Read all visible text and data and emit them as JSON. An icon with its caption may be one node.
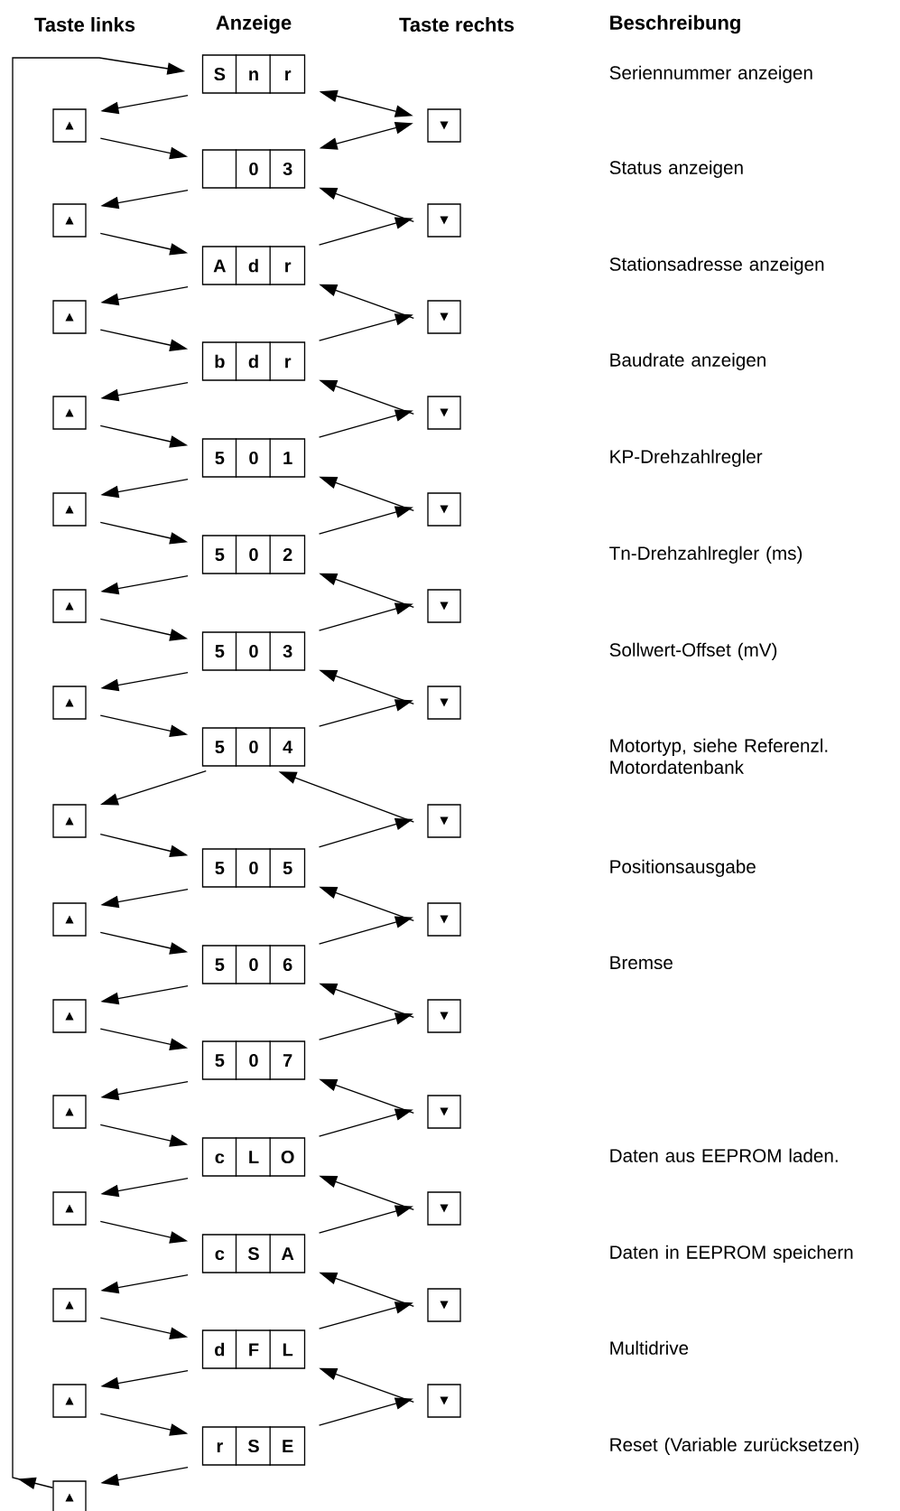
{
  "diagram": {
    "nodes": [
      {
        "text": [
          "S",
          "n",
          "r"
        ]
      },
      {
        "text": [
          "▲"
        ]
      },
      {
        "text": [
          "▼"
        ]
      },
      {
        "text": [
          "0",
          "3"
        ]
      },
      {
        "text": [
          "▲"
        ]
      },
      {
        "text": [
          "▼"
        ]
      },
      {
        "text": [
          "A",
          "d",
          "r"
        ]
      },
      {
        "text": [
          "▲"
        ]
      },
      {
        "text": [
          "▼"
        ]
      },
      {
        "text": [
          "b",
          "d",
          "r"
        ]
      },
      {
        "text": [
          "▲"
        ]
      },
      {
        "text": [
          "▼"
        ]
      },
      {
        "text": [
          "5",
          "0",
          "1"
        ]
      },
      {
        "text": [
          "▲"
        ]
      },
      {
        "text": [
          "▼"
        ]
      },
      {
        "text": [
          "5",
          "0",
          "2"
        ]
      },
      {
        "text": [
          "▲"
        ]
      },
      {
        "text": [
          "▼"
        ]
      },
      {
        "text": [
          "5",
          "0",
          "3"
        ]
      },
      {
        "text": [
          "▲"
        ]
      },
      {
        "text": [
          "▼"
        ]
      },
      {
        "text": [
          "5",
          "0",
          "4"
        ]
      },
      {
        "text": [
          "▲"
        ]
      },
      {
        "text": [
          "▼"
        ]
      },
      {
        "text": [
          "5",
          "0",
          "5"
        ]
      },
      {
        "text": [
          "▲"
        ]
      },
      {
        "text": [
          "▼"
        ]
      },
      {
        "text": [
          "5",
          "0",
          "6"
        ]
      },
      {
        "text": [
          "▲"
        ]
      },
      {
        "text": [
          "▼"
        ]
      },
      {
        "text": [
          "5",
          "0",
          "7"
        ]
      },
      {
        "text": [
          "▲"
        ]
      },
      {
        "text": [
          "▼"
        ]
      },
      {
        "text": [
          "c",
          "L",
          "O"
        ]
      },
      {
        "text": [
          "▲"
        ]
      },
      {
        "text": [
          "▼"
        ]
      },
      {
        "text": [
          "c",
          "S",
          "A"
        ]
      },
      {
        "text": [
          "▲"
        ]
      },
      {
        "text": [
          "▼"
        ]
      },
      {
        "text": [
          "d",
          "F",
          "L"
        ]
      },
      {
        "text": [
          "▲"
        ]
      },
      {
        "text": [
          "▼"
        ]
      },
      {
        "text": [
          "r",
          "S",
          "E"
        ]
      },
      {
        "text": [
          "▲"
        ]
      }
    ],
    "edges": [
      {
        "from": 0,
        "to": 1,
        "arrow": "to"
      },
      {
        "from": 1,
        "to": 3,
        "arrow": "to"
      },
      {
        "from": 0,
        "to": 2,
        "arrow": "both"
      },
      {
        "from": 3,
        "to": 2,
        "arrow": "both"
      },
      {
        "from": 3,
        "to": 4,
        "arrow": "to"
      },
      {
        "from": 4,
        "to": 6,
        "arrow": "to"
      },
      {
        "from": 5,
        "to": 3,
        "arrow": "to"
      },
      {
        "from": 6,
        "to": 5,
        "arrow": "to"
      },
      {
        "from": 6,
        "to": 7,
        "arrow": "to"
      },
      {
        "from": 7,
        "to": 9,
        "arrow": "to"
      },
      {
        "from": 8,
        "to": 6,
        "arrow": "to"
      },
      {
        "from": 9,
        "to": 8,
        "arrow": "to"
      },
      {
        "from": 9,
        "to": 10,
        "arrow": "to"
      },
      {
        "from": 10,
        "to": 12,
        "arrow": "to"
      },
      {
        "from": 11,
        "to": 9,
        "arrow": "to"
      },
      {
        "from": 12,
        "to": 11,
        "arrow": "to"
      },
      {
        "from": 12,
        "to": 13,
        "arrow": "to"
      },
      {
        "from": 13,
        "to": 15,
        "arrow": "to"
      },
      {
        "from": 14,
        "to": 12,
        "arrow": "to"
      },
      {
        "from": 15,
        "to": 14,
        "arrow": "to"
      },
      {
        "from": 15,
        "to": 16,
        "arrow": "to"
      },
      {
        "from": 16,
        "to": 18,
        "arrow": "to"
      },
      {
        "from": 17,
        "to": 15,
        "arrow": "to"
      },
      {
        "from": 18,
        "to": 17,
        "arrow": "to"
      },
      {
        "from": 18,
        "to": 19,
        "arrow": "to"
      },
      {
        "from": 19,
        "to": 21,
        "arrow": "to"
      },
      {
        "from": 20,
        "to": 18,
        "arrow": "to"
      },
      {
        "from": 21,
        "to": 20,
        "arrow": "to"
      },
      {
        "from": 21,
        "to": 22,
        "arrow": "to"
      },
      {
        "from": 22,
        "to": 24,
        "arrow": "to"
      },
      {
        "from": 23,
        "to": 21,
        "arrow": "to"
      },
      {
        "from": 24,
        "to": 23,
        "arrow": "to"
      },
      {
        "from": 24,
        "to": 25,
        "arrow": "to"
      },
      {
        "from": 25,
        "to": 27,
        "arrow": "to"
      },
      {
        "from": 26,
        "to": 24,
        "arrow": "to"
      },
      {
        "from": 27,
        "to": 26,
        "arrow": "to"
      },
      {
        "from": 27,
        "to": 28,
        "arrow": "to"
      },
      {
        "from": 28,
        "to": 30,
        "arrow": "to"
      },
      {
        "from": 29,
        "to": 27,
        "arrow": "to"
      },
      {
        "from": 30,
        "to": 29,
        "arrow": "to"
      },
      {
        "from": 30,
        "to": 31,
        "arrow": "to"
      },
      {
        "from": 31,
        "to": 33,
        "arrow": "to"
      },
      {
        "from": 32,
        "to": 30,
        "arrow": "to"
      },
      {
        "from": 33,
        "to": 32,
        "arrow": "to"
      },
      {
        "from": 33,
        "to": 34,
        "arrow": "to"
      },
      {
        "from": 34,
        "to": 36,
        "arrow": "to"
      },
      {
        "from": 35,
        "to": 33,
        "arrow": "to"
      },
      {
        "from": 36,
        "to": 35,
        "arrow": "to"
      },
      {
        "from": 36,
        "to": 37,
        "arrow": "to"
      },
      {
        "from": 37,
        "to": 39,
        "arrow": "to"
      },
      {
        "from": 38,
        "to": 36,
        "arrow": "to"
      },
      {
        "from": 39,
        "to": 38,
        "arrow": "to"
      },
      {
        "from": 39,
        "to": 40,
        "arrow": "to"
      },
      {
        "from": 40,
        "to": 42,
        "arrow": "to"
      },
      {
        "from": 41,
        "to": 39,
        "arrow": "to"
      },
      {
        "from": 42,
        "to": 41,
        "arrow": "to"
      },
      {
        "from": 42,
        "to": 43,
        "arrow": "to"
      },
      {
        "from": 43,
        "to": 0,
        "arrow": "to"
      }
    ],
    "labels": [
      "Taste links",
      "Anzeige",
      "Taste rechts",
      "Beschreibung",
      "Seriennummer anzeigen",
      "Status anzeigen",
      "Stationsadresse anzeigen",
      "Baudrate anzeigen",
      "KP-Drehzahlregler",
      "Tn-Drehzahlregler (ms)",
      "Sollwert-Offset (mV)",
      "Motortyp, siehe Referenzl. Motordatenbank",
      "Positionsausgabe",
      "Bremse",
      "Daten aus EEPROM laden.",
      "Daten in EEPROM speichern",
      "Multidrive",
      "Reset (Variable zurücksetzen)"
    ]
  }
}
